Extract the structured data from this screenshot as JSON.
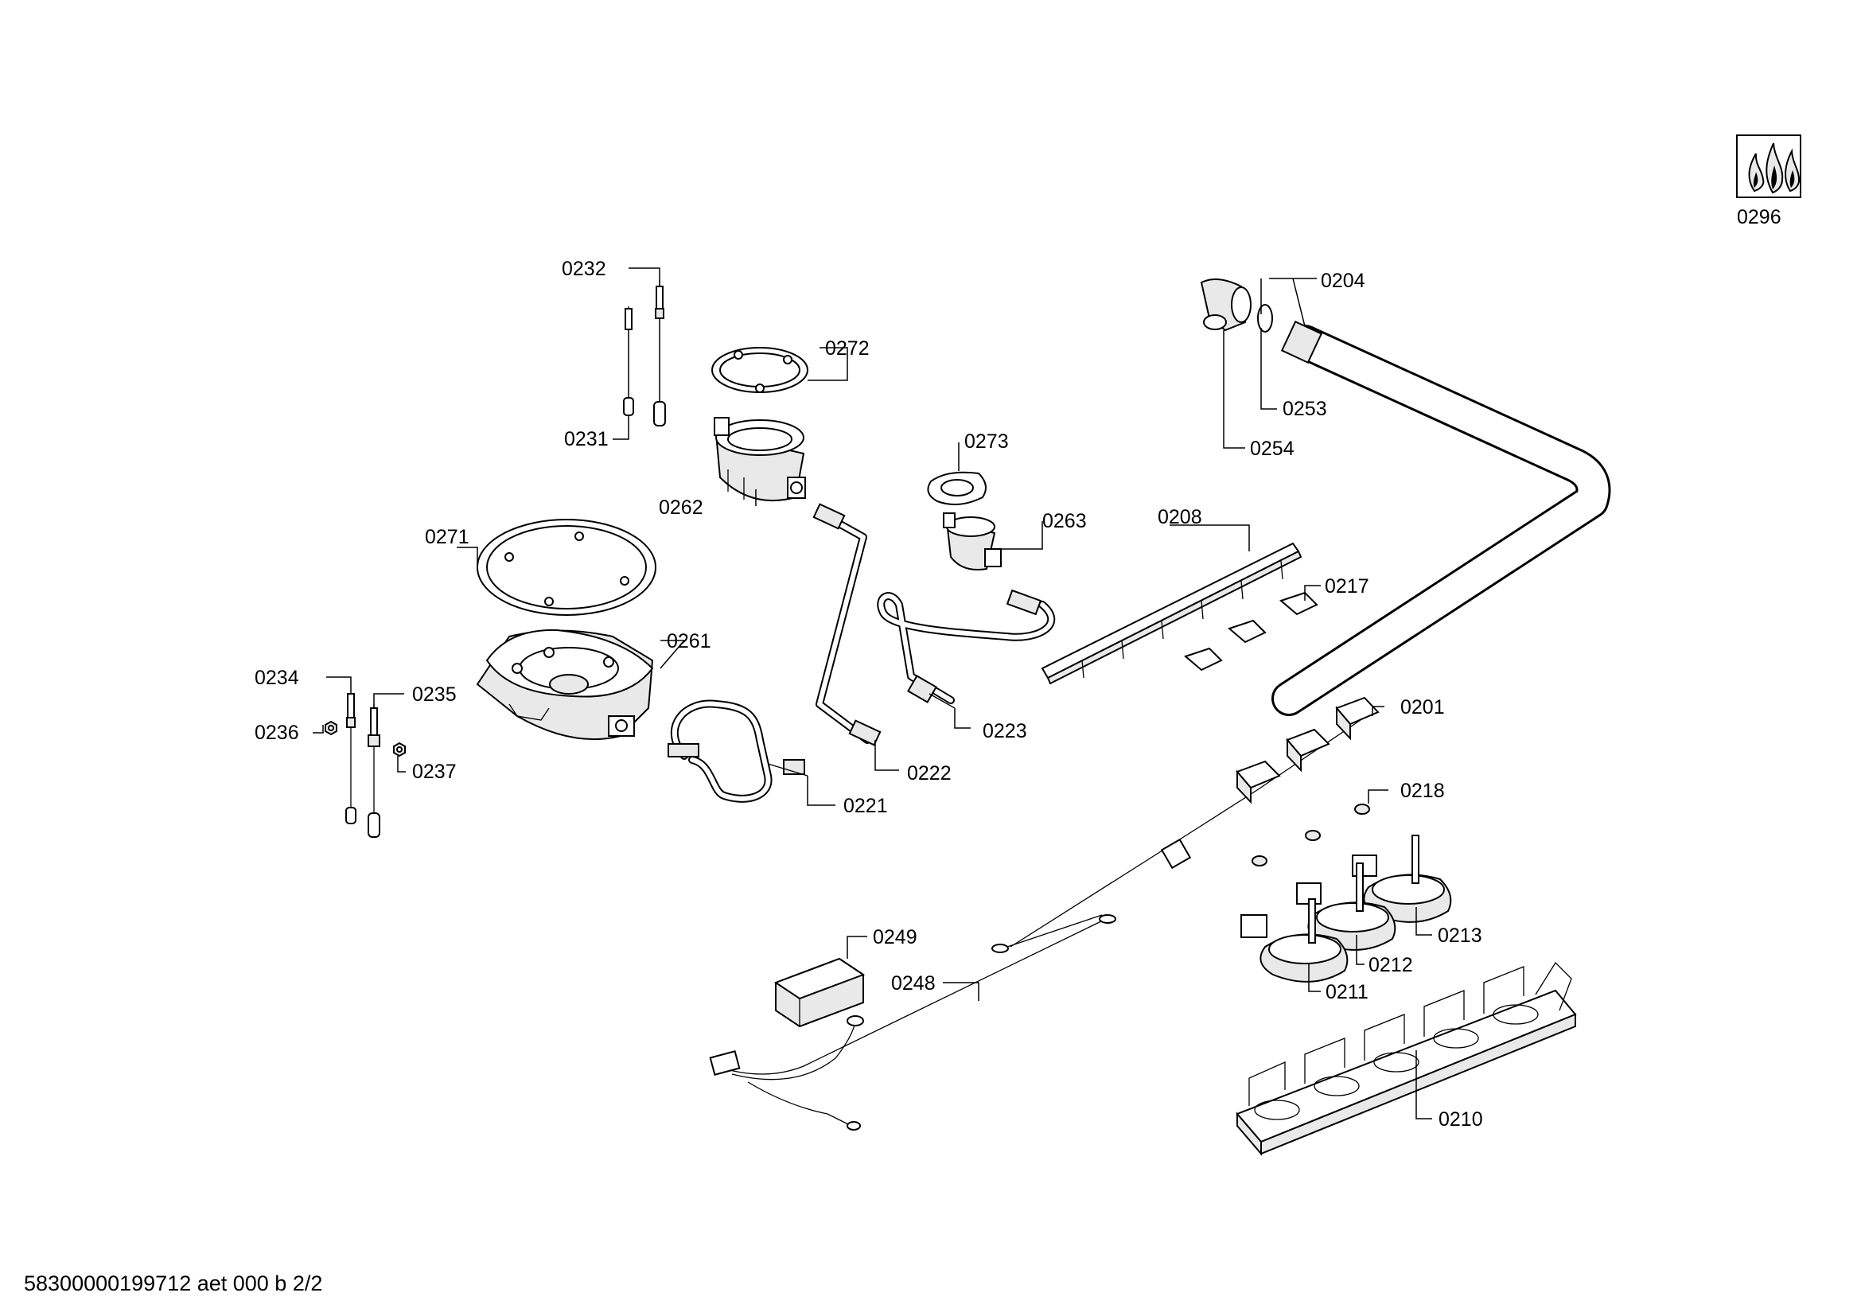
{
  "document_id": "58300000199712 aet 000 b 2/2",
  "labels": {
    "p0296": "0296",
    "p0232": "0232",
    "p0231": "0231",
    "p0272": "0272",
    "p0262": "0262",
    "p0204": "0204",
    "p0253": "0253",
    "p0254": "0254",
    "p0273": "0273",
    "p0263": "0263",
    "p0271": "0271",
    "p0208": "0208",
    "p0217": "0217",
    "p0261": "0261",
    "p0234": "0234",
    "p0235": "0235",
    "p0236": "0236",
    "p0237": "0237",
    "p0222": "0222",
    "p0223": "0223",
    "p0221": "0221",
    "p0201": "0201",
    "p0218": "0218",
    "p0249": "0249",
    "p0248": "0248",
    "p0213": "0213",
    "p0212": "0212",
    "p0211": "0211",
    "p0210": "0210"
  }
}
